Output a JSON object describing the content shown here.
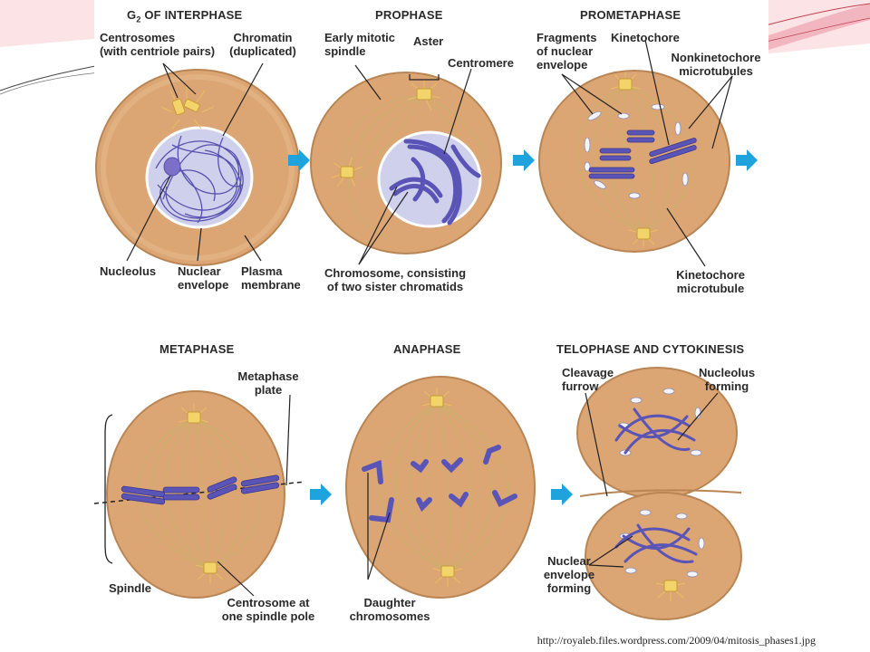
{
  "colors": {
    "cell_fill": "#dca574",
    "cell_edge": "#b98554",
    "chromatin": "#5750b0",
    "nucleus": "#cfd0ec",
    "arrow": "#1ea3dc",
    "spindle": "#c8b36a",
    "centrosome": "#f3d46a",
    "ribbon": "#f2b6c0"
  },
  "phases": {
    "g2": {
      "title_pre": "G",
      "title_sub": "2",
      "title_post": " OF INTERPHASE"
    },
    "prophase": {
      "title": "PROPHASE"
    },
    "prometaphase": {
      "title": "PROMETAPHASE"
    },
    "metaphase": {
      "title": "METAPHASE"
    },
    "anaphase": {
      "title": "ANAPHASE"
    },
    "telophase": {
      "title": "TELOPHASE AND CYTOKINESIS"
    }
  },
  "labels": {
    "centrosomes": [
      "Centrosomes",
      "(with centriole pairs)"
    ],
    "chromatin": [
      "Chromatin",
      "(duplicated)"
    ],
    "nucleolus": [
      "Nucleolus"
    ],
    "nuclear_envelope": [
      "Nuclear",
      "envelope"
    ],
    "plasma_membrane": [
      "Plasma",
      "membrane"
    ],
    "early_spindle": [
      "Early mitotic",
      "spindle"
    ],
    "aster": [
      "Aster"
    ],
    "centromere": [
      "Centromere"
    ],
    "chromosome": [
      "Chromosome, consisting",
      "of two sister chromatids"
    ],
    "fragments": [
      "Fragments",
      "of nuclear",
      "envelope"
    ],
    "kinetochore": [
      "Kinetochore"
    ],
    "nonkinetochore": [
      "Nonkinetochore",
      "microtubules"
    ],
    "kinetochore_mt": [
      "Kinetochore",
      "microtubule"
    ],
    "metaphase_plate": [
      "Metaphase",
      "plate"
    ],
    "spindle": [
      "Spindle"
    ],
    "centrosome_pole": [
      "Centrosome at",
      "one spindle pole"
    ],
    "daughter": [
      "Daughter",
      "chromosomes"
    ],
    "cleavage": [
      "Cleavage",
      "furrow"
    ],
    "nucleolus_forming": [
      "Nucleolus",
      "forming"
    ],
    "nuclear_env_forming": [
      "Nuclear",
      "envelope",
      "forming"
    ]
  },
  "source_url": "http://royaleb.files.wordpress.com/2009/04/mitosis_phases1.jpg"
}
